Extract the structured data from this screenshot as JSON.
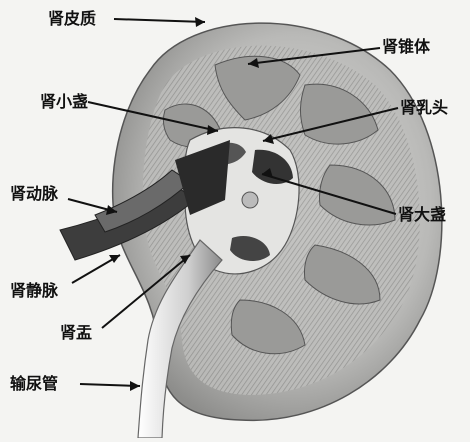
{
  "labels": {
    "renal_cortex": "肾皮质",
    "renal_pyramid": "肾锥体",
    "minor_calyx": "肾小盏",
    "renal_papilla": "肾乳头",
    "renal_artery": "肾动脉",
    "major_calyx": "肾大盏",
    "renal_vein": "肾静脉",
    "renal_pelvis": "肾盂",
    "ureter": "输尿管"
  },
  "colors": {
    "background": "#f4f4f2",
    "tissue_dark": "#3a3a3a",
    "tissue_mid": "#8a8a8a",
    "tissue_light": "#d8d8d8",
    "line": "#111111"
  }
}
